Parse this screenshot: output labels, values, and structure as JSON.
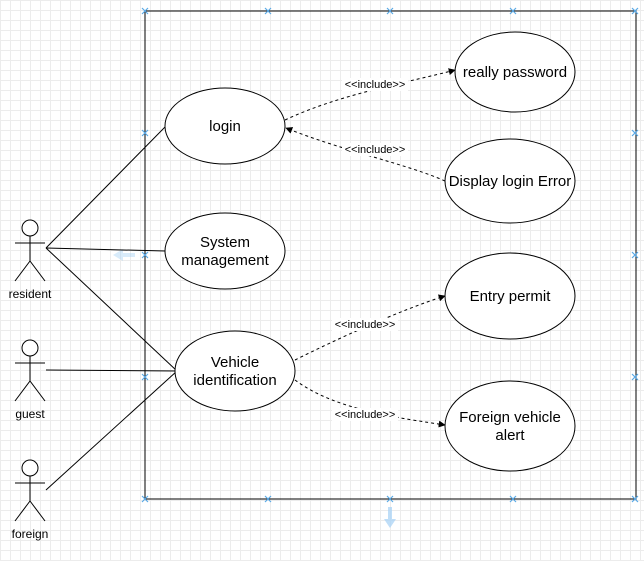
{
  "diagram": {
    "actors": [
      {
        "id": "resident",
        "label": "resident"
      },
      {
        "id": "guest",
        "label": "guest"
      },
      {
        "id": "foreign",
        "label": "foreign"
      }
    ],
    "use_cases": [
      {
        "id": "login",
        "lines": [
          "login"
        ]
      },
      {
        "id": "system_management",
        "lines": [
          "System",
          "management"
        ]
      },
      {
        "id": "vehicle_identification",
        "lines": [
          "Vehicle",
          "identification"
        ]
      },
      {
        "id": "really_password",
        "lines": [
          "really password"
        ]
      },
      {
        "id": "display_login_error",
        "lines": [
          "Display login Error"
        ]
      },
      {
        "id": "entry_permit",
        "lines": [
          "Entry permit"
        ]
      },
      {
        "id": "foreign_vehicle_alert",
        "lines": [
          "Foreign vehicle",
          "alert"
        ]
      }
    ],
    "include_label": "<<include>>",
    "associations": [
      [
        "resident",
        "login"
      ],
      [
        "resident",
        "system_management"
      ],
      [
        "resident",
        "vehicle_identification"
      ],
      [
        "guest",
        "vehicle_identification"
      ],
      [
        "foreign",
        "vehicle_identification"
      ]
    ],
    "includes": [
      {
        "from": "login",
        "to": "really_password"
      },
      {
        "from": "display_login_error",
        "to": "login"
      },
      {
        "from": "vehicle_identification",
        "to": "entry_permit"
      },
      {
        "from": "vehicle_identification",
        "to": "foreign_vehicle_alert"
      }
    ]
  }
}
